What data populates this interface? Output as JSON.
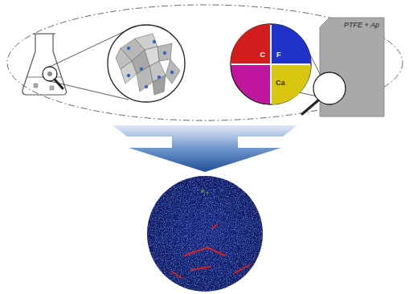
{
  "diagram": {
    "nodes": [
      {
        "text": [
          "C"
        ]
      },
      {
        "text": [
          "F"
        ]
      },
      {
        "text": [
          "Ca"
        ]
      },
      {
        "text": [
          "PTFE + Ap"
        ]
      }
    ]
  }
}
